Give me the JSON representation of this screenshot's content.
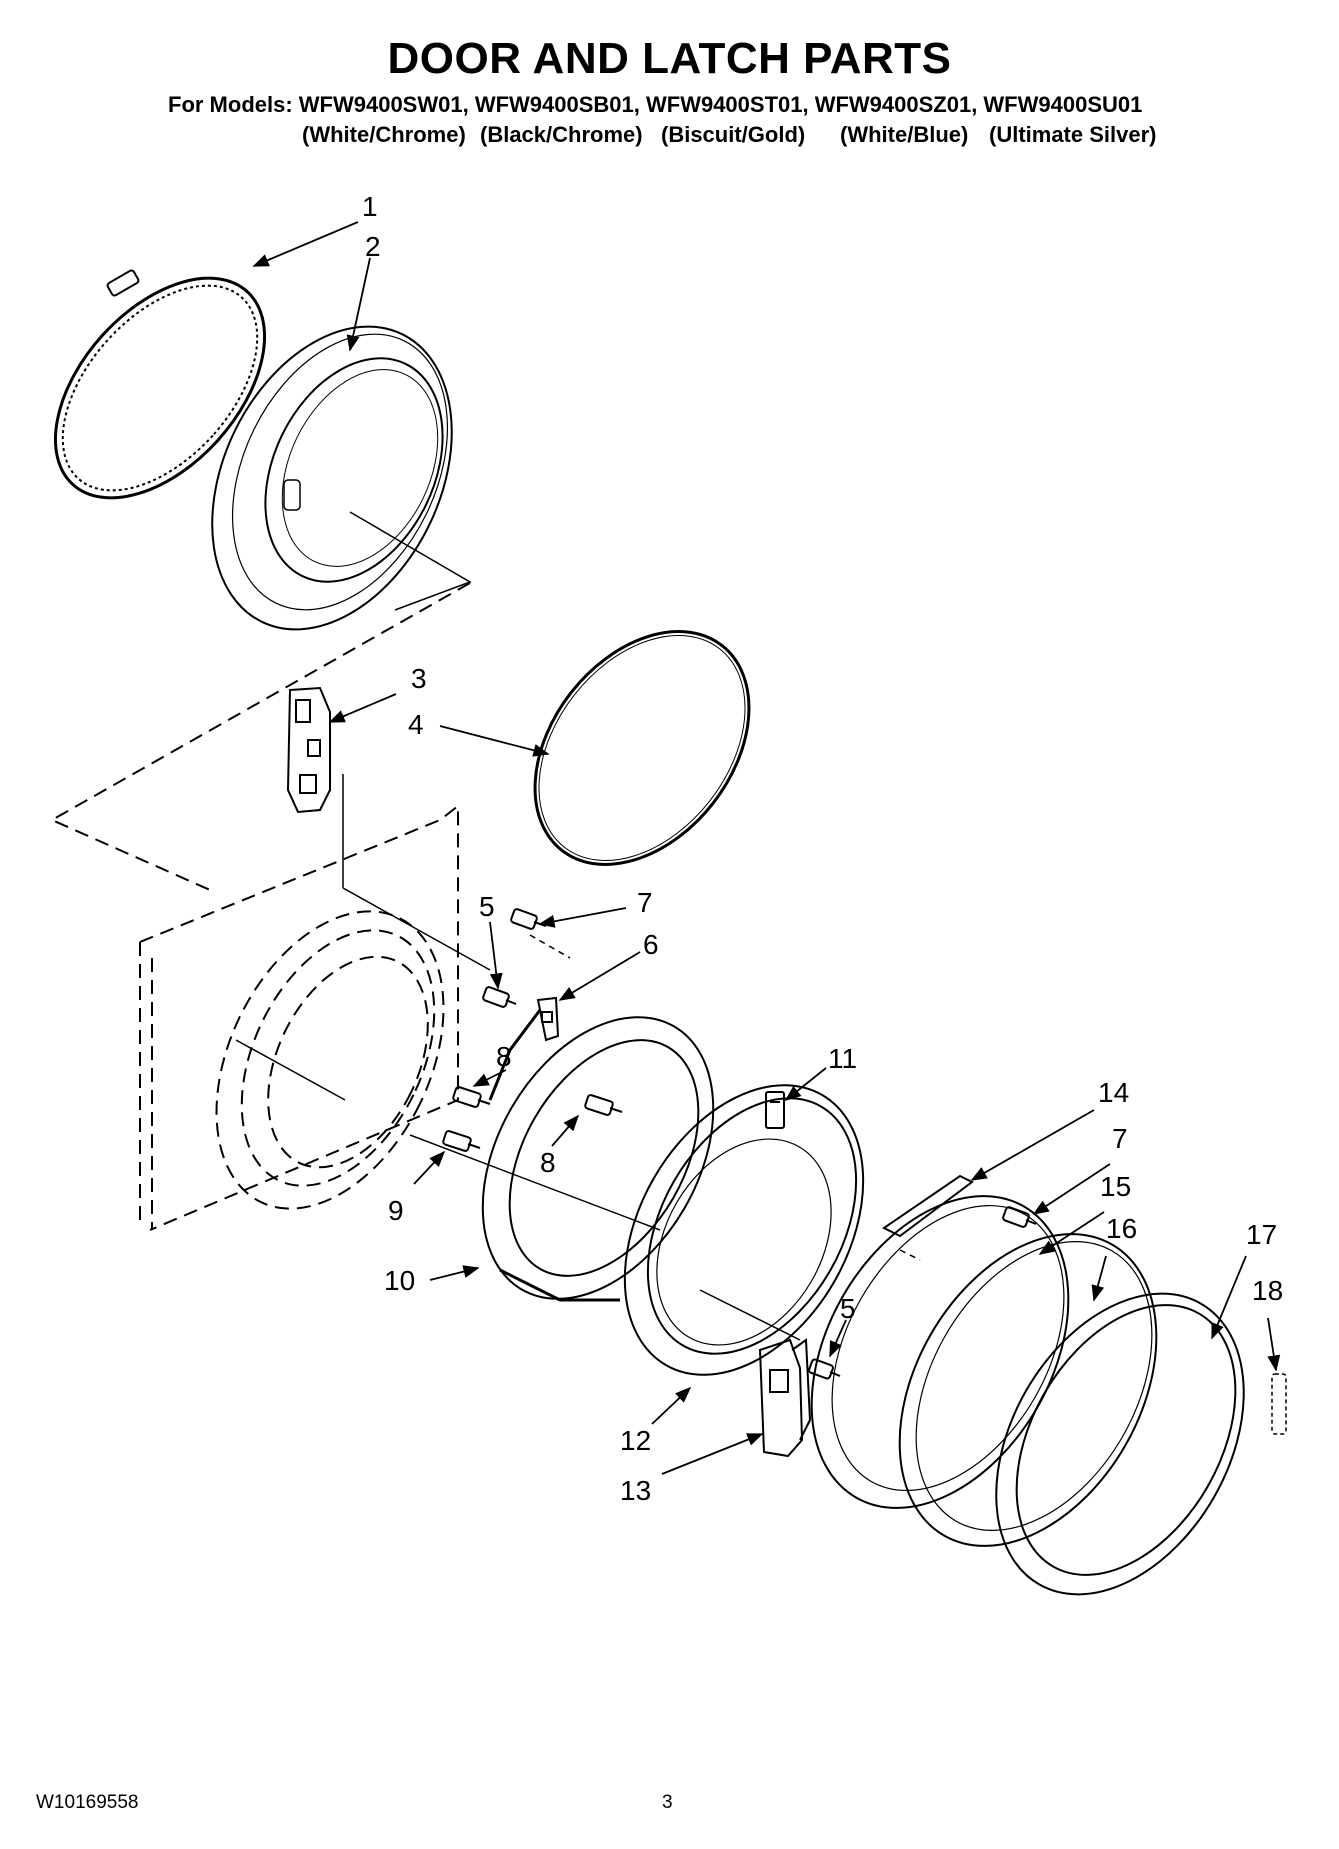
{
  "header": {
    "title": "DOOR AND LATCH PARTS",
    "models_line": "For Models: WFW9400SW01, WFW9400SB01, WFW9400ST01, WFW9400SZ01, WFW9400SU01",
    "colors": [
      "(White/Chrome)",
      "(Black/Chrome)",
      "(Biscuit/Gold)",
      "(White/Blue)",
      "(Ultimate Silver)"
    ]
  },
  "callouts": {
    "c1": "1",
    "c2": "2",
    "c3": "3",
    "c4": "4",
    "c5a": "5",
    "c5b": "5",
    "c6": "6",
    "c7a": "7",
    "c7b": "7",
    "c8a": "8",
    "c8b": "8",
    "c9": "9",
    "c10": "10",
    "c11": "11",
    "c12": "12",
    "c13": "13",
    "c14": "14",
    "c15": "15",
    "c16": "16",
    "c17": "17",
    "c18": "18"
  },
  "footer": {
    "doc_number": "W10169558",
    "page_number": "3"
  }
}
